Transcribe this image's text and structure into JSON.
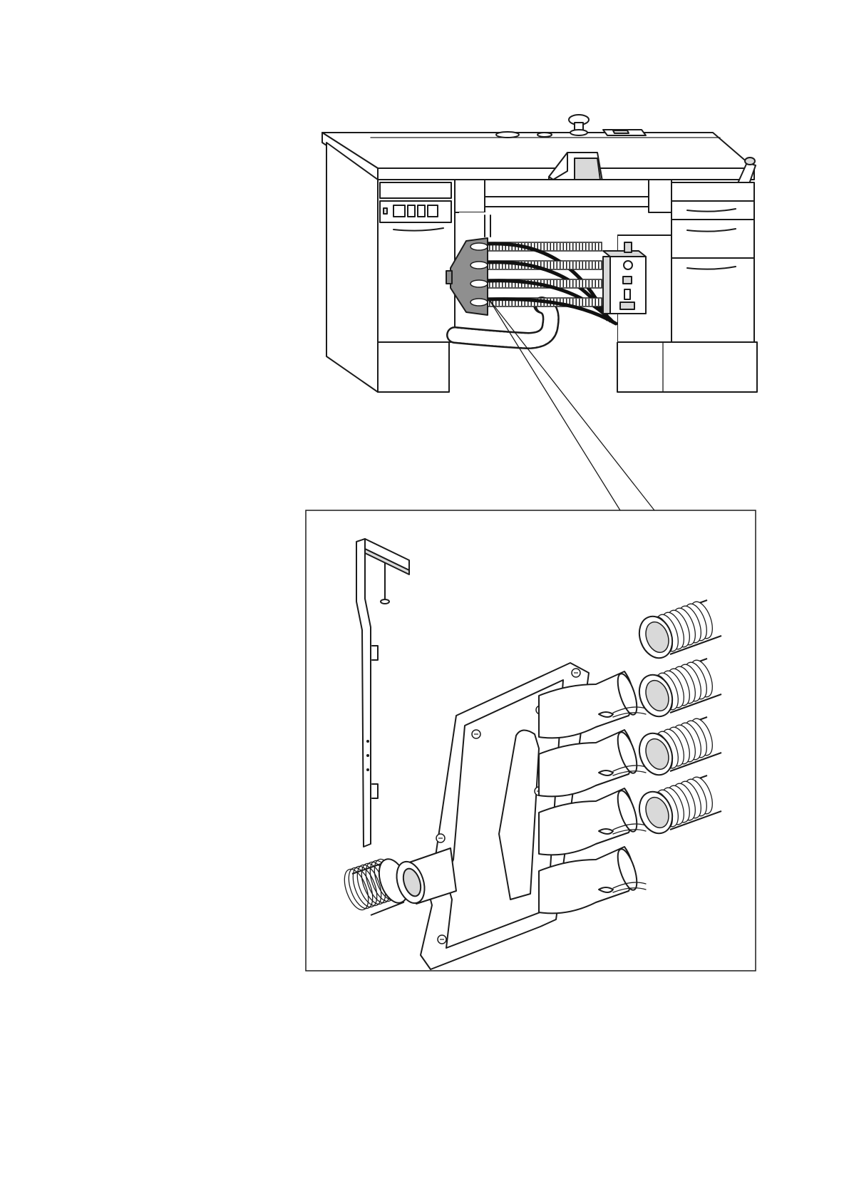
{
  "figure": {
    "colors": {
      "line": "#1a1a1a",
      "shade": "#d9d9d9",
      "dark": "#8f8f8f",
      "paper": "#ffffff"
    },
    "parts": [
      "workbench",
      "table-top",
      "drawer-cabinet-left",
      "drawer-cabinet-right",
      "suction-distributor",
      "suction-control-unit",
      "suction-hoses",
      "detail-inset",
      "mounting-bracket",
      "distributor-housing",
      "hose-ends",
      "main-suction-hose"
    ],
    "inset_hose_count": 4,
    "workbench_hose_count": 4
  }
}
